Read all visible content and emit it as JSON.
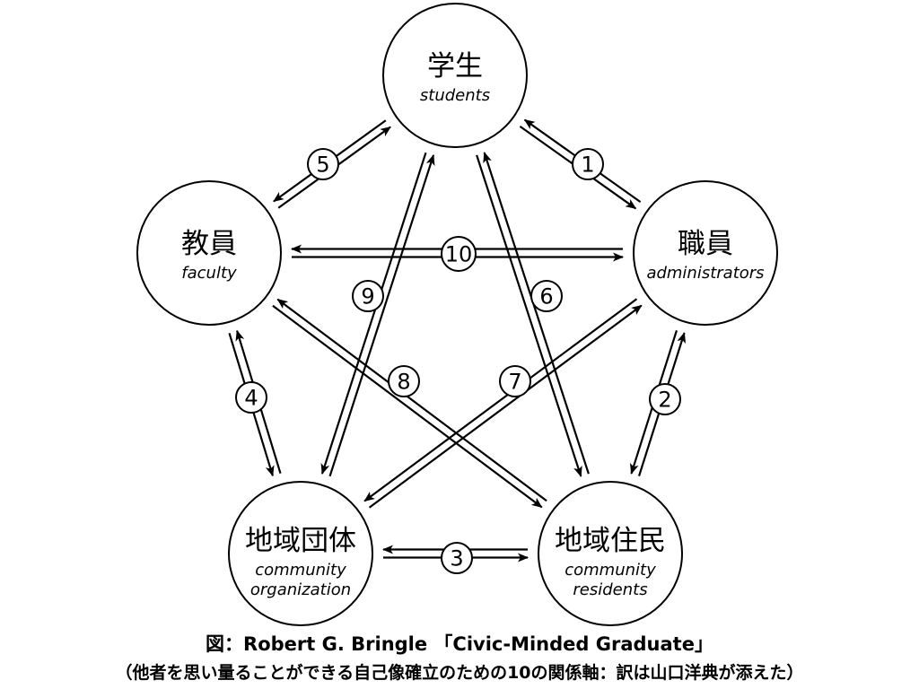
{
  "diagram": {
    "nodes": [
      {
        "id": "students",
        "ja": "学生",
        "en": [
          "students"
        ]
      },
      {
        "id": "administrators",
        "ja": "職員",
        "en": [
          "administrators"
        ]
      },
      {
        "id": "residents",
        "ja": "地域住民",
        "en": [
          "community",
          "residents"
        ]
      },
      {
        "id": "organization",
        "ja": "地域団体",
        "en": [
          "community",
          "organization"
        ]
      },
      {
        "id": "faculty",
        "ja": "教員",
        "en": [
          "faculty"
        ]
      }
    ],
    "edges": [
      {
        "label": "1",
        "from": "students",
        "to": "administrators"
      },
      {
        "label": "2",
        "from": "administrators",
        "to": "residents"
      },
      {
        "label": "3",
        "from": "residents",
        "to": "organization"
      },
      {
        "label": "4",
        "from": "organization",
        "to": "faculty"
      },
      {
        "label": "5",
        "from": "faculty",
        "to": "students"
      },
      {
        "label": "6",
        "from": "students",
        "to": "residents"
      },
      {
        "label": "7",
        "from": "administrators",
        "to": "organization"
      },
      {
        "label": "8",
        "from": "residents",
        "to": "faculty"
      },
      {
        "label": "9",
        "from": "organization",
        "to": "students"
      },
      {
        "label": "10",
        "from": "faculty",
        "to": "administrators"
      }
    ]
  },
  "caption": {
    "title": "図：Robert G. Bringle 「Civic-Minded Graduate」",
    "note": "（他者を思い量ることができる自己像確立のための10の関係軸：訳は山口洋典が添えた）"
  }
}
